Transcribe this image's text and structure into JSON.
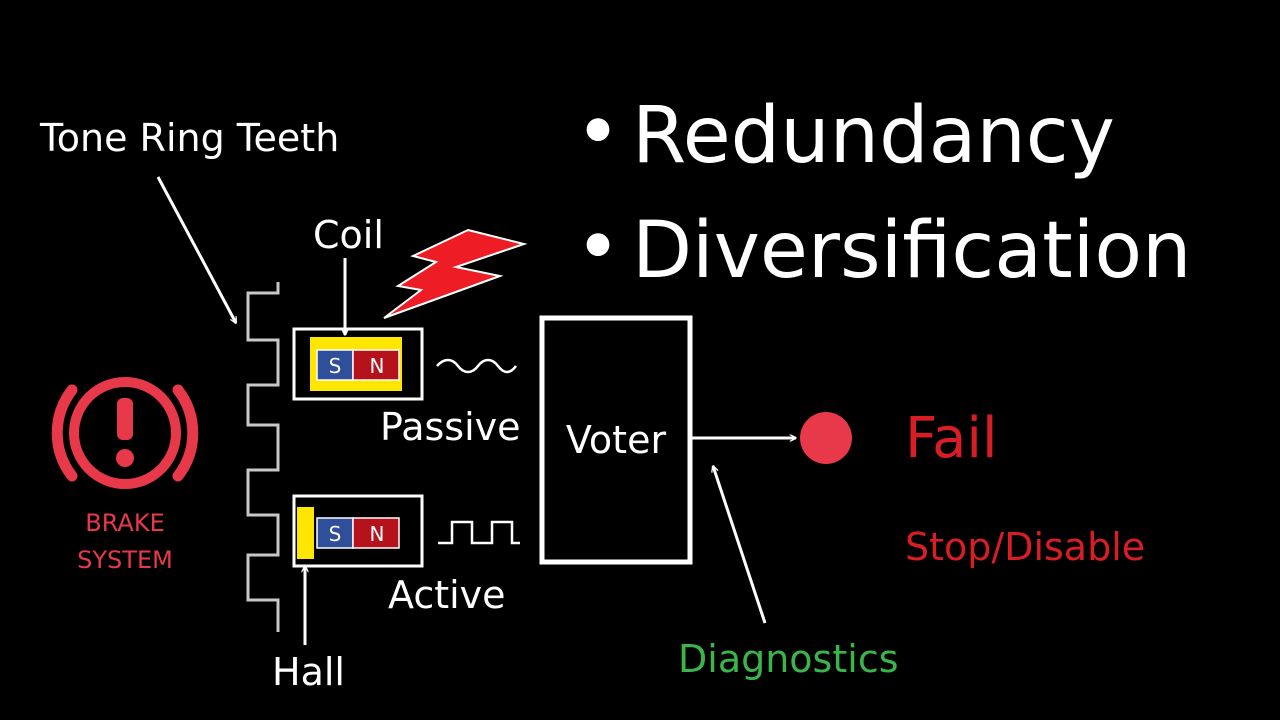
{
  "labels": {
    "tone_ring": "Tone Ring Teeth",
    "coil": "Coil",
    "passive": "Passive",
    "active": "Active",
    "hall": "Hall",
    "voter": "Voter",
    "diagnostics": "Diagnostics",
    "fail": "Fail",
    "stop_disable": "Stop/Disable",
    "brake_line1": "BRAKE",
    "brake_line2": "SYSTEM",
    "magnet_s": "S",
    "magnet_n": "N"
  },
  "bullets": [
    "Redundancy",
    "Diversification"
  ],
  "bullet_symbol": "•",
  "colors": {
    "background": "#000000",
    "foreground": "#ffffff",
    "brake_red": "#e8394a",
    "fail_red": "#d81d25",
    "diagnostics_green": "#3ab54a",
    "coil_yellow": "#ffe600",
    "magnet_blue": "#2f4f9a",
    "magnet_red": "#b5121b",
    "ring_gray": "#c8c8c8",
    "lightning_red": "#ee1c24",
    "output_dot": "#e8394a"
  },
  "icons": [
    "brake-warning-icon",
    "lightning-icon",
    "sine-wave-icon",
    "square-wave-icon"
  ]
}
